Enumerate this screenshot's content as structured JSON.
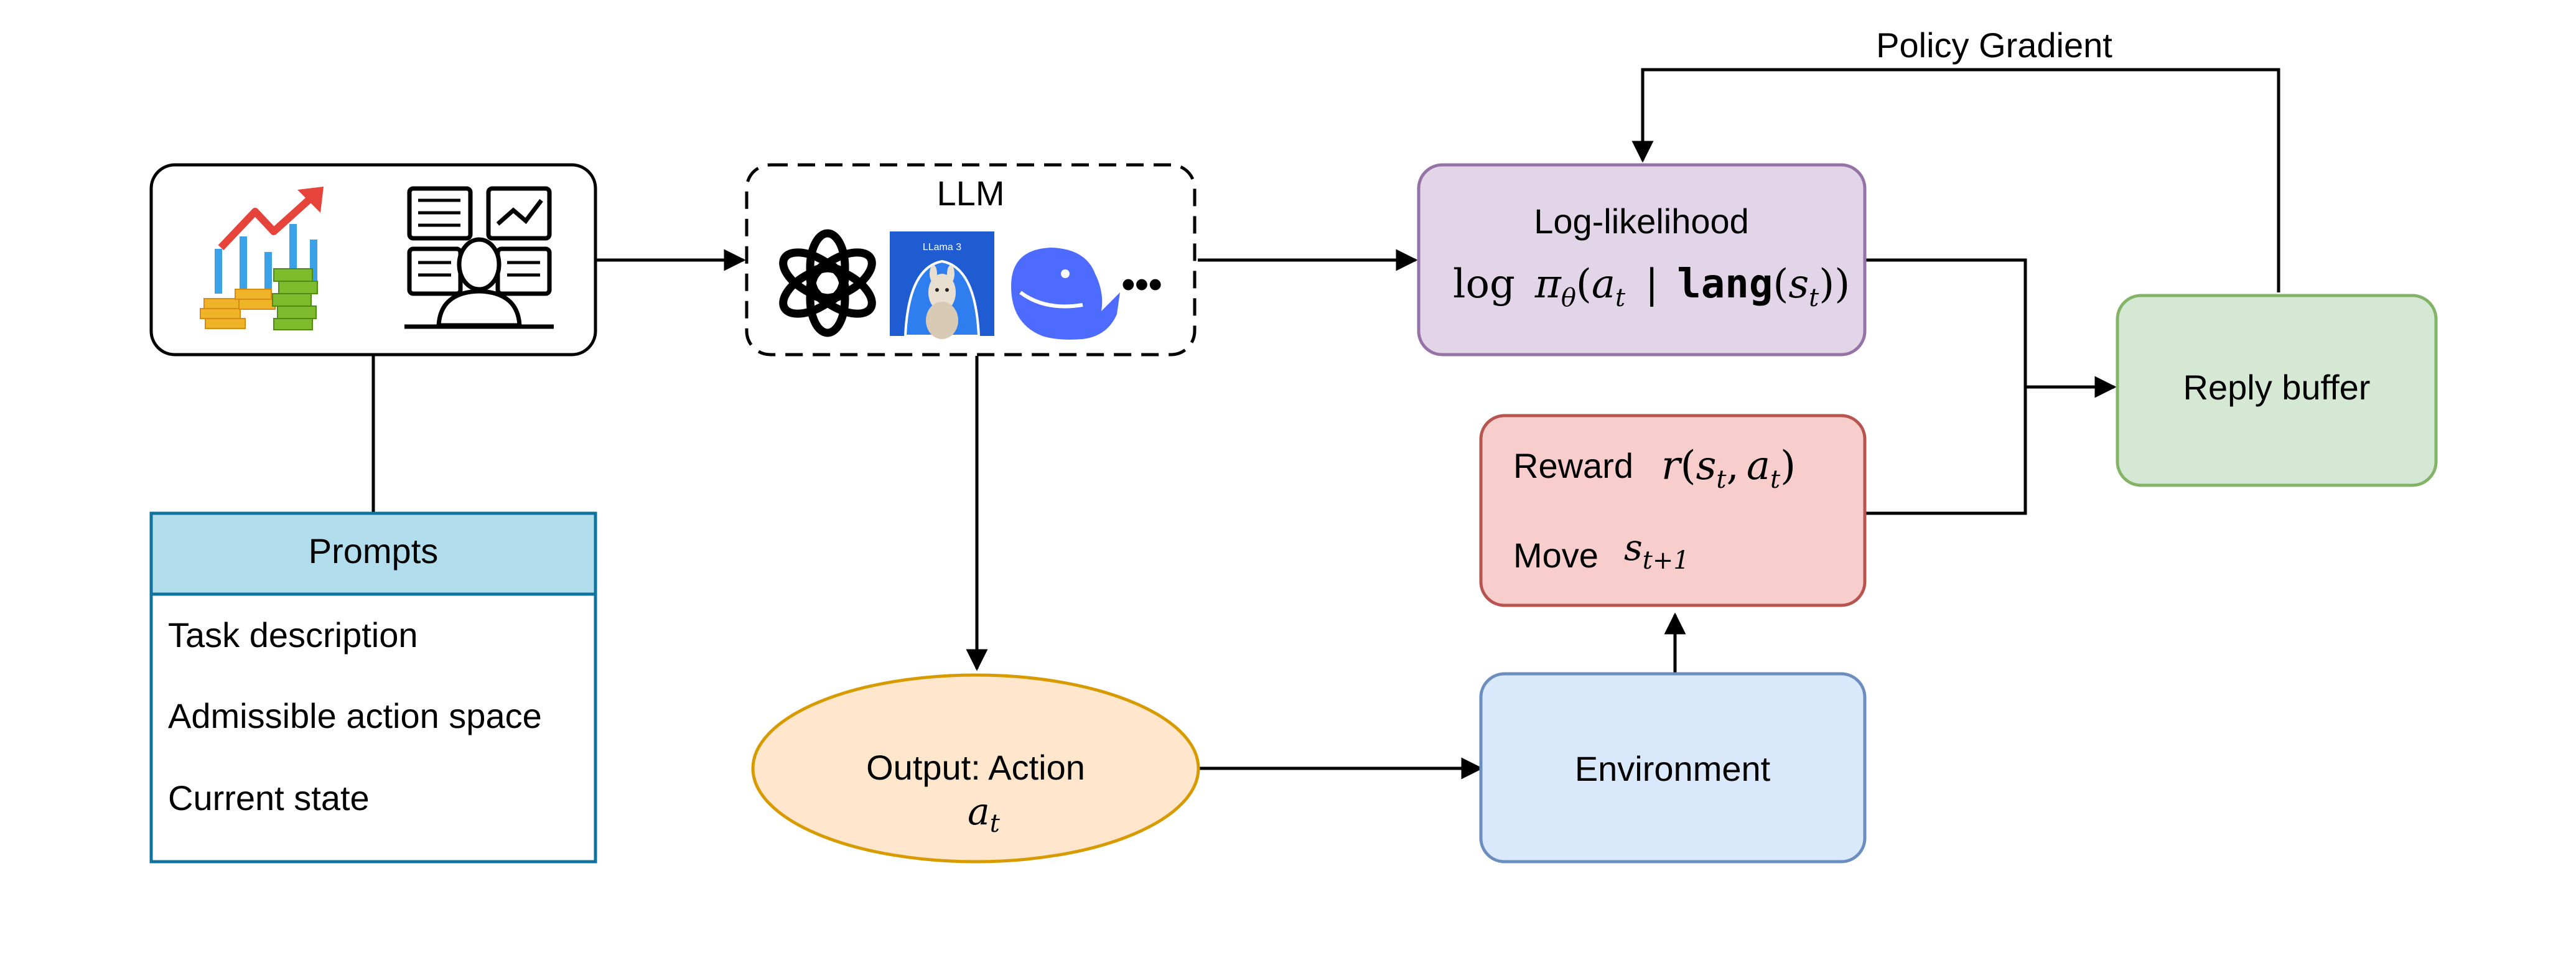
{
  "colors": {
    "prompts_header": "#b1dded",
    "prompts_border": "#10739e",
    "loglik_fill": "#e1d5e7",
    "loglik_border": "#9673a6",
    "reward_fill": "#f8cecc",
    "reward_border": "#b85450",
    "env_fill": "#dae8fc",
    "env_border": "#6c8ebf",
    "buffer_fill": "#d5e8d4",
    "buffer_border": "#82b366",
    "output_fill": "#ffe6cc",
    "output_border": "#d79b00",
    "openai_logo": "#000000",
    "llama_logo": "#1f5bd1",
    "deepseek_logo": "#4d6bfe"
  },
  "icons": {
    "finance": "finance-chart-coins-icon",
    "analyst": "trader-screens-icon",
    "openai": "openai-logo-icon",
    "llama": "llama3-logo-icon",
    "deepseek": "deepseek-whale-icon"
  },
  "llm": {
    "label": "LLM",
    "llama_label": "LLama 3",
    "more": "•••"
  },
  "prompts": {
    "title": "Prompts",
    "items": [
      "Task description",
      "Admissible action space",
      "Current state"
    ]
  },
  "loglik": {
    "title": "Log-likelihood",
    "formula": {
      "log": "log",
      "pi": "π",
      "theta": "θ",
      "a": "a",
      "t": "t",
      "bar": "|",
      "lang": "lang",
      "s": "s",
      "open": "(",
      "close": "))",
      "close1": ")"
    }
  },
  "reward": {
    "label": "Reward",
    "formula": {
      "r": "r",
      "open": "(",
      "s": "s",
      "t": "t",
      "comma": ",",
      "a": "a",
      "close": ")"
    },
    "move_label": "Move",
    "move_formula": {
      "s": "s",
      "sub": "t+1"
    }
  },
  "environment": {
    "label": "Environment"
  },
  "buffer": {
    "label": "Reply buffer"
  },
  "output": {
    "label": "Output: Action",
    "formula": {
      "a": "a",
      "t": "t"
    }
  },
  "policy_gradient": {
    "label": "Policy Gradient"
  }
}
